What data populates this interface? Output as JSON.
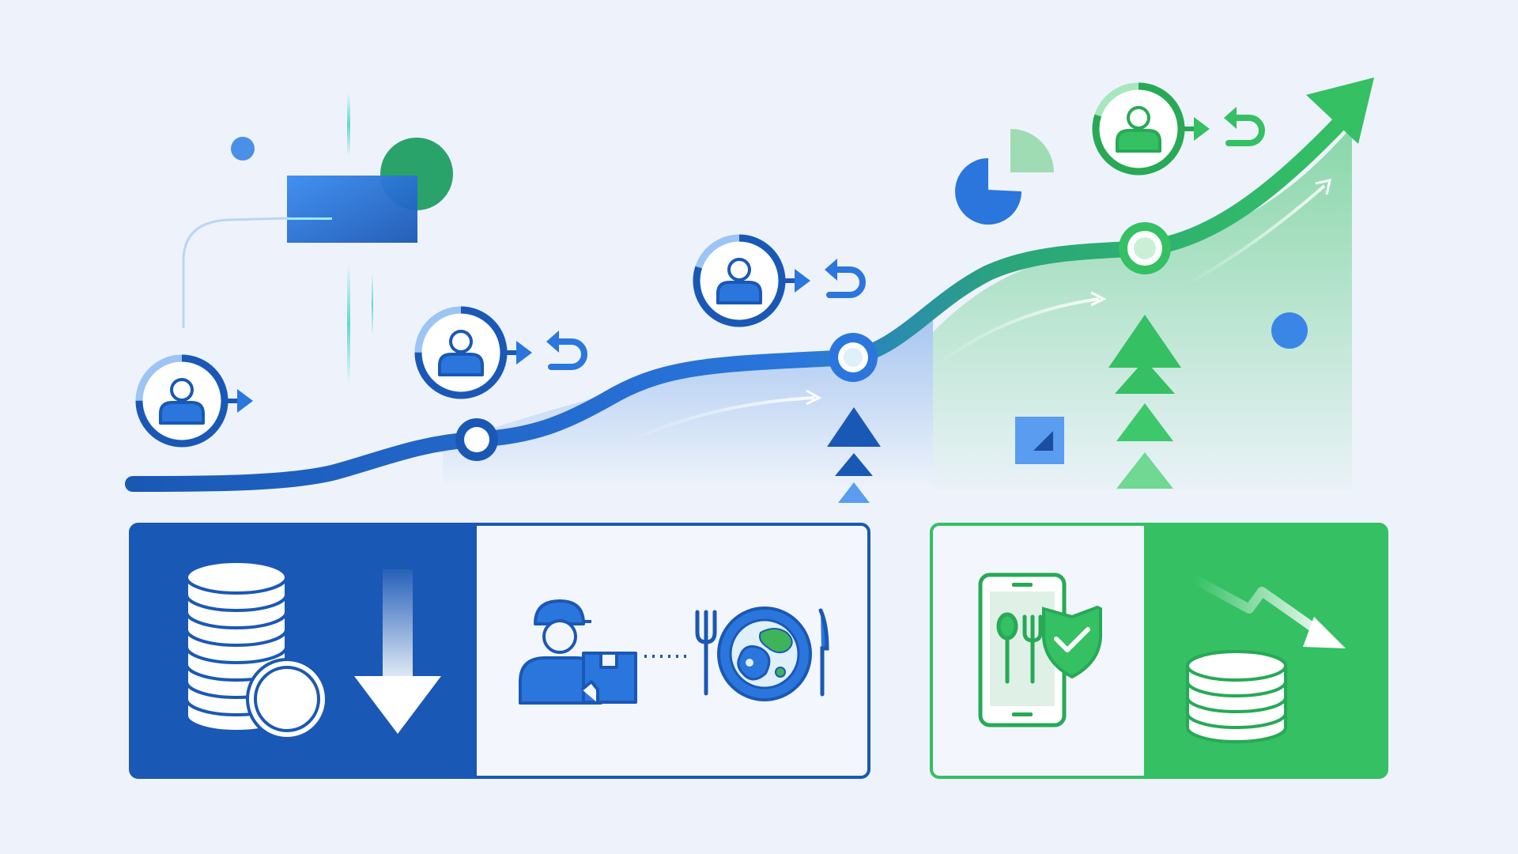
{
  "colors": {
    "background": "#eef3fb",
    "blue_dark": "#1a58b5",
    "blue": "#2a76dd",
    "blue_light": "#9cc4f4",
    "green_dark": "#27a956",
    "green": "#34c063",
    "green_light": "#a8e6bd",
    "white": "#ffffff"
  },
  "milestones": [
    {
      "name": "user-stage-1",
      "ring_progress": 0.75,
      "has_return_arrow": false,
      "theme": "blue"
    },
    {
      "name": "user-stage-2",
      "ring_progress": 0.75,
      "has_return_arrow": true,
      "theme": "blue"
    },
    {
      "name": "user-stage-3",
      "ring_progress": 0.8,
      "has_return_arrow": true,
      "theme": "blue"
    },
    {
      "name": "user-stage-4",
      "ring_progress": 0.8,
      "has_return_arrow": true,
      "theme": "green"
    }
  ],
  "panels": {
    "left": {
      "segments": [
        {
          "icon": "coin-stack-icon",
          "secondary_icon": "down-arrow-icon",
          "theme": "blue-filled"
        },
        {
          "icon": "delivery-person-icon",
          "secondary_icon": "dinner-plate-icon",
          "theme": "outline"
        }
      ]
    },
    "right": {
      "segments": [
        {
          "icon": "phone-food-shield-icon",
          "theme": "outline-green"
        },
        {
          "icon": "coin-stack-small-icon",
          "secondary_icon": "trend-down-arrow-icon",
          "theme": "green-filled"
        }
      ]
    }
  },
  "icons": [
    "user-icon",
    "return-arrow-icon",
    "play-arrow-icon",
    "pie-chart-icon",
    "up-triangle-icon",
    "shield-check-icon",
    "fork-icon",
    "knife-icon",
    "spoon-icon"
  ]
}
